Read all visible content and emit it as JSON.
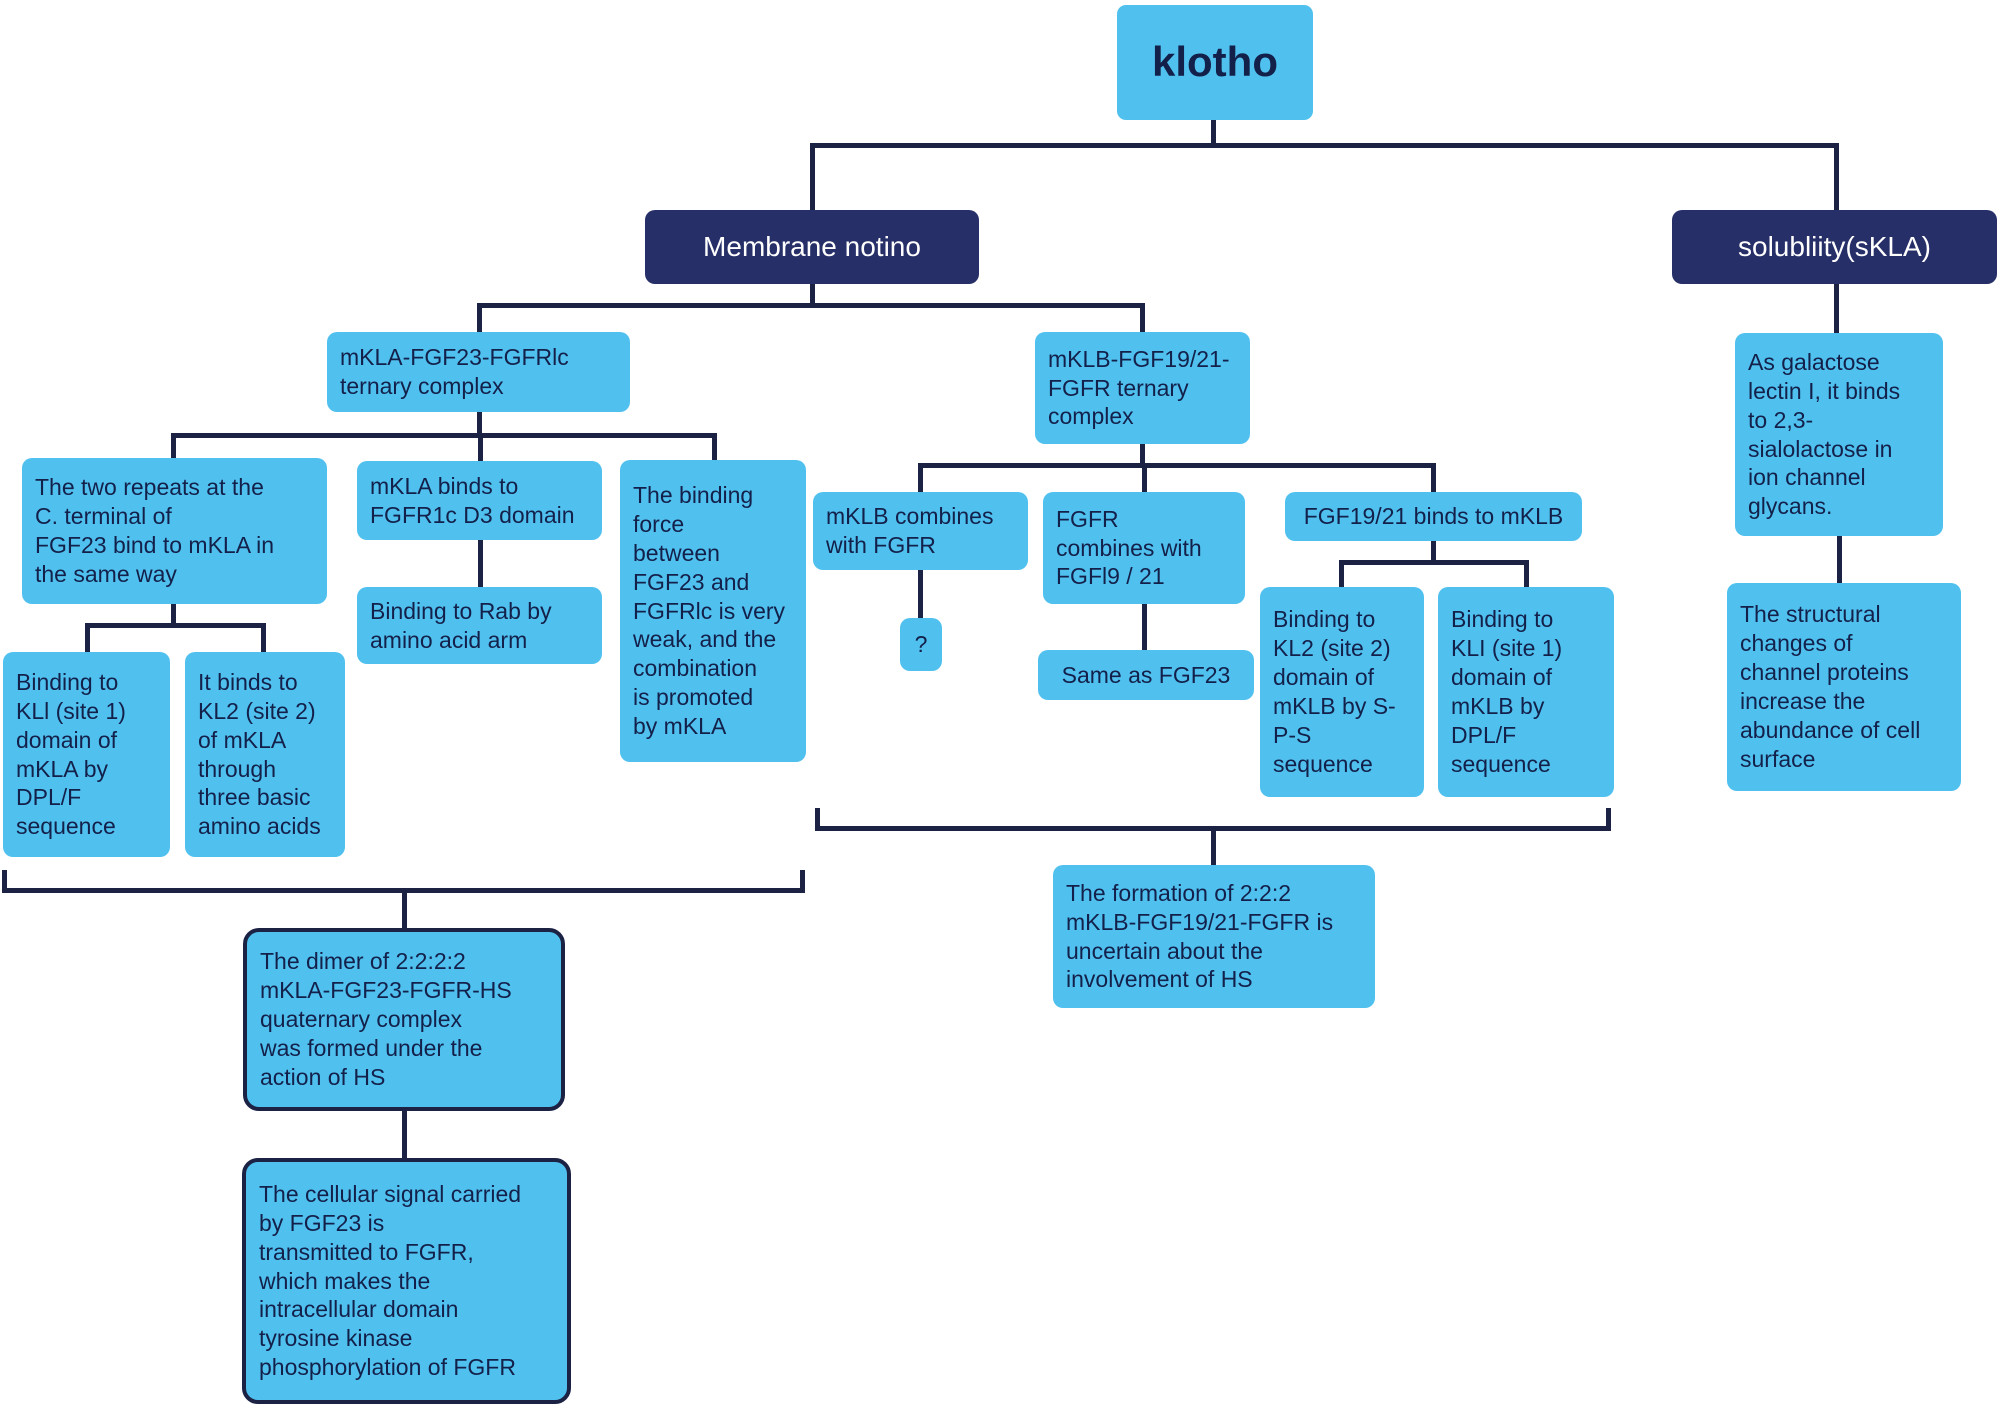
{
  "diagram_title": "klotho",
  "colors": {
    "node_fill": "#50c1ef",
    "branch_fill": "#262f67",
    "branch_text": "#ffffff",
    "connector": "#1b2243",
    "node_text": "#13204a",
    "background": "#ffffff"
  },
  "nodes": {
    "klotho": "klotho",
    "membrane": "Membrane notino",
    "skla": "solubliity(sKLA)",
    "mkla_ternary": "mKLA-FGF23-FGFRlc\nternary complex",
    "mklb_ternary": "mKLB-FGF19/21-\nFGFR ternary\ncomplex",
    "two_repeats": "The two repeats at the\nC. terminal of\nFGF23 bind to mKLA in\nthe same way",
    "mkla_binds": "mKLA binds to\nFGFR1c D3 domain",
    "binding_force": "The binding\nforce\nbetween\nFGF23 and\nFGFRlc is very\nweak, and the\ncombination\nis promoted\nby mKLA",
    "binding_rab": "Binding to Rab by\namino acid arm",
    "binding_kl1_mkla": "Binding to\nKLl (site 1)\ndomain of\nmKLA by\nDPL/F\nsequence",
    "binds_kl2_mkla": "It binds to\nKL2 (site 2)\nof mKLA\nthrough\nthree basic\namino acids",
    "mklb_combines": "mKLB combines\nwith FGFR",
    "question": "?",
    "fgfr_combines": "FGFR\ncombines with\nFGFl9 / 21",
    "same_as_fgf23": "Same as FGF23",
    "fgf1921_binds": "FGF19/21 binds to mKLB",
    "binding_kl2_mklb": "Binding to\nKL2 (site 2)\ndomain of\nmKLB by S-\nP-S\nsequence",
    "binding_kl1_mklb": "Binding to\nKLI (site 1)\ndomain of\nmKLB by\nDPL/F\nsequence",
    "as_galactose": "As galactose\nlectin I, it binds\nto 2,3-\nsialolactose in\nion channel\nglycans.",
    "structural_changes": "The structural\nchanges of\nchannel proteins\nincrease the\nabundance of cell\nsurface",
    "formation": "The formation of 2:2:2\nmKLB-FGF19/21-FGFR is\nuncertain about the\ninvolvement of HS",
    "dimer": "The dimer of 2:2:2:2\nmKLA-FGF23-FGFR-HS\nquaternary complex\nwas formed under the\naction of HS",
    "cellular_signal": "The cellular signal carried\nby FGF23 is\ntransmitted to FGFR,\nwhich makes the\nintracellular domain\ntyrosine kinase\nphosphorylation of FGFR"
  }
}
